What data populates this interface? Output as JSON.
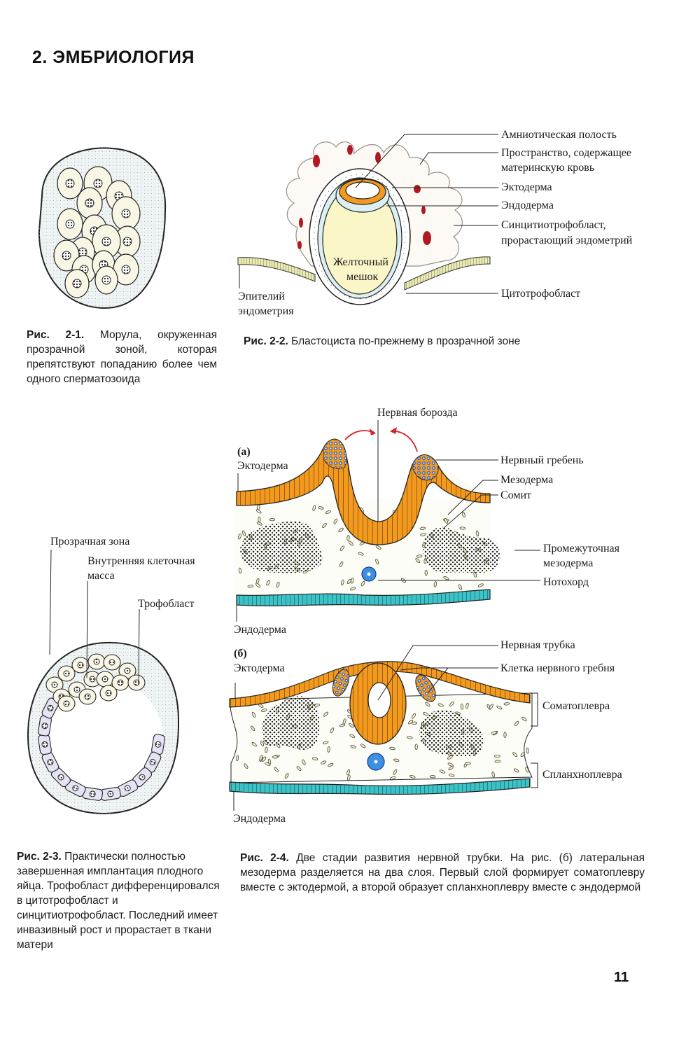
{
  "chapter_title": "2. ЭМБРИОЛОГИЯ",
  "page_number": "11",
  "colors": {
    "ectoderm": "#f39a1e",
    "endoderm": "#3cc3c8",
    "yolk_sac": "#fbf6c8",
    "blood": "#b01822",
    "neural_crest_cells": "#2a62c8",
    "arrow": "#d8202a",
    "mesenchyme_cell": "#f3eec2",
    "cytotrophoblast_inner": "#dcf0f3",
    "trophoblast_cells": "#e4e4f4",
    "cell_fill": "#faf6e6"
  },
  "figures": {
    "fig_2_1": {
      "caption_label": "Рис. 2-1.",
      "caption_text": "Морула, окруженная прозрачной зоной, которая препятствуют попаданию более чем одного сперматозоида"
    },
    "fig_2_2": {
      "caption_label": "Рис. 2-2.",
      "caption_text": "Бластоциста по-прежнему в прозрачной зоне",
      "labels": {
        "amniotic_cavity": "Амниотическая полость",
        "maternal_blood_1": "Пространство, содержащее",
        "maternal_blood_2": "материнскую кровь",
        "ectoderm": "Эктодерма",
        "endoderm": "Эндодерма",
        "syncytio_1": "Синцитиотрофобласт,",
        "syncytio_2": "прорастающий эндометрий",
        "yolk_1": "Желточный",
        "yolk_2": "мешок",
        "epithelium_1": "Эпителий",
        "epithelium_2": "эндометрия",
        "cytotrophoblast": "Цитотрофобласт"
      }
    },
    "fig_2_3": {
      "caption_label": "Рис. 2-3.",
      "caption_text": "Практически полностью завершенная имплантация плодного яйца. Трофобласт дифференцировался в цитотрофобласт и синцитиотрофобласт. Последний имеет инвазивный рост и прорастает в ткани матери",
      "labels": {
        "zona": "Прозрачная зона",
        "icm_1": "Внутренняя клеточная",
        "icm_2": "масса",
        "trophoblast": "Трофобласт"
      }
    },
    "fig_2_4": {
      "caption_label": "Рис. 2-4.",
      "caption_text": "Две стадии развития нервной трубки. На рис. (б) латеральная мезодерма разделяется на два слоя. Первый слой формирует соматоплевру вместе с эктодермой, а второй образует спланхноплевру вместе с эндодермой",
      "panel_a": {
        "tag": "(а)",
        "neural_groove": "Нервная борозда",
        "ectoderm": "Эктодерма",
        "neural_crest": "Нервный гребень",
        "mesoderm": "Мезодерма",
        "somite": "Сомит",
        "intermediate_1": "Промежуточная",
        "intermediate_2": "мезодерма",
        "notochord": "Нотохорд",
        "endoderm": "Эндодерма"
      },
      "panel_b": {
        "tag": "(б)",
        "neural_tube": "Нервная трубка",
        "ectoderm": "Эктодерма",
        "neural_crest_cell": "Клетка нервного гребня",
        "somatopleure": "Соматоплевра",
        "splanchnopleure": "Спланхноплевра",
        "endoderm": "Эндодерма"
      }
    }
  }
}
